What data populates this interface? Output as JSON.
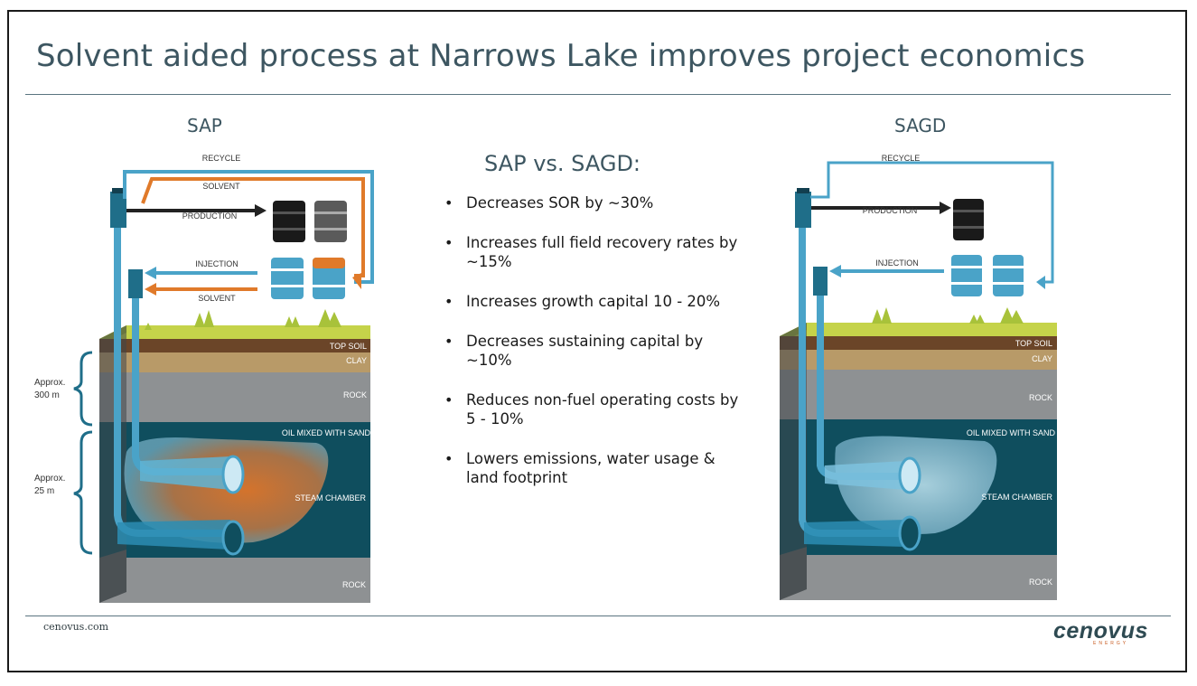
{
  "title": "Solvent aided process at Narrows Lake improves project economics",
  "left_diagram": {
    "heading": "SAP",
    "labels": {
      "recycle": "RECYCLE",
      "solvent_top": "SOLVENT",
      "production": "PRODUCTION",
      "injection": "INJECTION",
      "solvent_bottom": "SOLVENT",
      "top_soil": "TOP SOIL",
      "clay": "CLAY",
      "rock": "ROCK",
      "oil_sand": "OIL MIXED WITH SAND",
      "steam_chamber": "STEAM CHAMBER",
      "rock_bottom": "ROCK",
      "approx_300_a": "Approx.",
      "approx_300_b": "300 m",
      "approx_25_a": "Approx.",
      "approx_25_b": "25 m"
    }
  },
  "right_diagram": {
    "heading": "SAGD",
    "labels": {
      "recycle": "RECYCLE",
      "production": "PRODUCTION",
      "injection": "INJECTION",
      "top_soil": "TOP SOIL",
      "clay": "CLAY",
      "rock": "ROCK",
      "oil_sand": "OIL MIXED WITH SAND",
      "steam_chamber": "STEAM CHAMBER",
      "rock_bottom": "ROCK"
    }
  },
  "comparison": {
    "heading": "SAP vs. SAGD:",
    "bullets": [
      "Decreases SOR by ~30%",
      "Increases full field recovery rates by ~15%",
      "Increases growth capital 10 - 20%",
      "Decreases sustaining capital by ~10%",
      "Reduces non-fuel operating costs by 5 - 10%",
      "Lowers emissions, water usage & land footprint"
    ]
  },
  "footer": {
    "url": "cenovus.com",
    "logo": "cenovus",
    "logo_sub": "ENERGY"
  },
  "colors": {
    "title": "#3d5661",
    "water_blue": "#4aa3c8",
    "solvent_orange": "#e07a2a",
    "oil_sand_teal": "#0f4e5e",
    "rock_gray": "#8e9193",
    "clay_tan": "#b89a68",
    "topsoil_brown": "#6b4528",
    "grass_green": "#a8c23a"
  }
}
